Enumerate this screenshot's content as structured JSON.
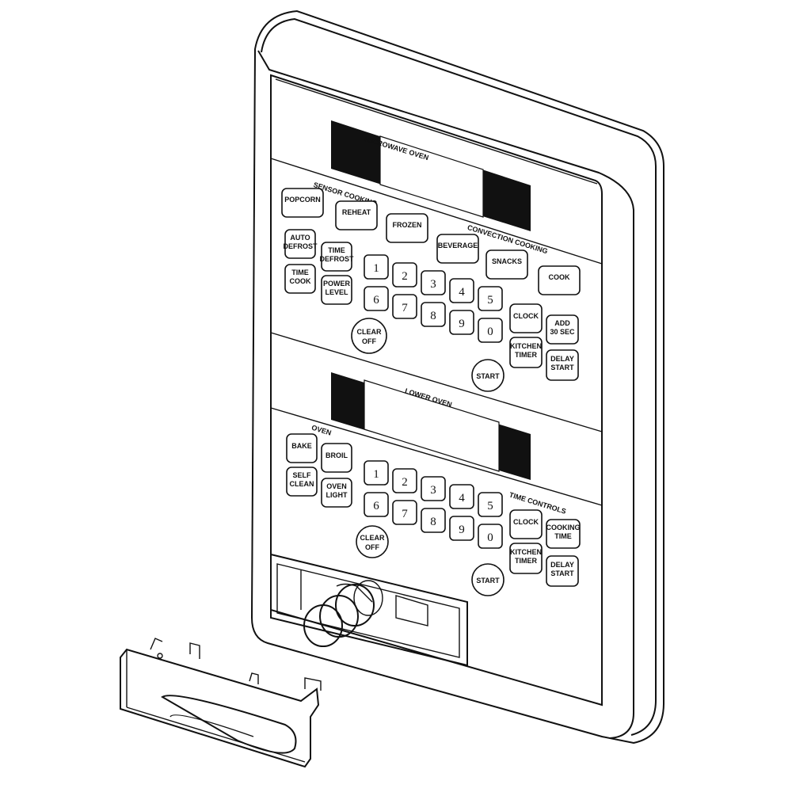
{
  "panel": {
    "upper_oven_title": "MICROWAVE OVEN",
    "sensor_cooking": "SENSOR COOKING",
    "convection_cooking": "CONVECTION COOKING",
    "lower_oven_title": "LOWER OVEN",
    "oven_section": "OVEN",
    "timer_controls": "TIME CONTROLS"
  },
  "upper_keys": {
    "popcorn": "POPCORN",
    "reheat": "REHEAT",
    "frozen": "FROZEN",
    "beverage": "BEVERAGE",
    "snacks": "SNACKS",
    "cook": "COOK",
    "auto_defrost": [
      "AUTO",
      "DEFROST"
    ],
    "time_defrost": [
      "TIME",
      "DEFROST"
    ],
    "time_cook": [
      "TIME",
      "COOK"
    ],
    "power_level": [
      "POWER",
      "LEVEL"
    ],
    "clear_off": [
      "CLEAR",
      "OFF"
    ],
    "clock": "CLOCK",
    "add_30_sec": [
      "ADD",
      "30 SEC"
    ],
    "kitchen_timer": [
      "KITCHEN",
      "TIMER"
    ],
    "delay_start": [
      "DELAY",
      "START"
    ],
    "start": "START"
  },
  "lower_keys": {
    "bake": "BAKE",
    "broil": "BROIL",
    "self_clean": [
      "SELF",
      "CLEAN"
    ],
    "oven_light": [
      "OVEN",
      "LIGHT"
    ],
    "clear_off": [
      "CLEAR",
      "OFF"
    ],
    "clock": "CLOCK",
    "cooking_time": [
      "COOKING",
      "TIME"
    ],
    "kitchen_timer": [
      "KITCHEN",
      "TIMER"
    ],
    "delay_start": [
      "DELAY",
      "START"
    ],
    "start": "START"
  },
  "digits": [
    "1",
    "2",
    "3",
    "4",
    "5",
    "6",
    "7",
    "8",
    "9",
    "0"
  ]
}
